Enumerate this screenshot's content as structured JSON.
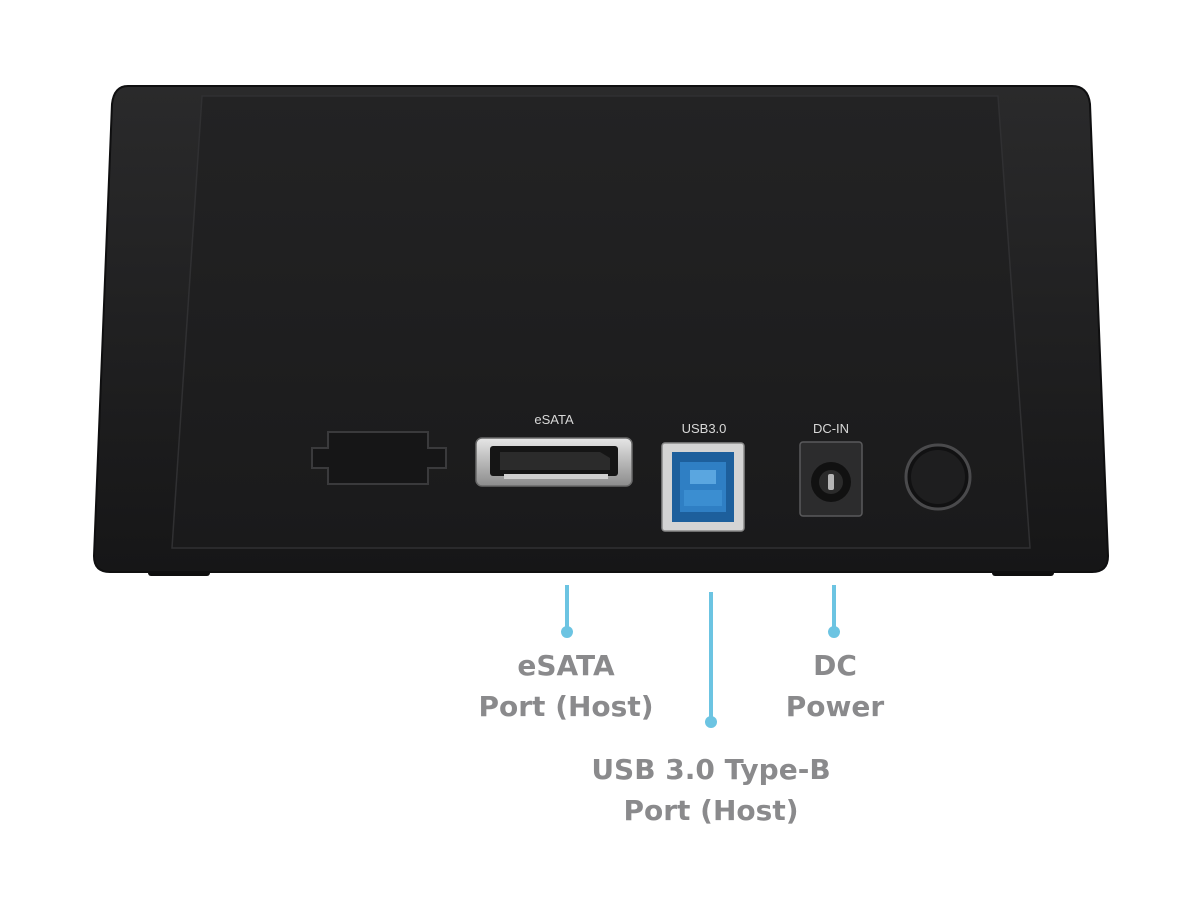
{
  "device": {
    "port_labels": {
      "esata": "eSATA",
      "usb": "USB3.0",
      "dc_in": "DC-IN"
    }
  },
  "callouts": {
    "esata": {
      "line1": "eSATA",
      "line2": "Port (Host)"
    },
    "dc": {
      "line1": "DC",
      "line2": "Power"
    },
    "usb": {
      "line1": "USB 3.0 Type-B",
      "line2": "Port (Host)"
    }
  },
  "colors": {
    "device_body": "#1b1b1c",
    "usb_port_blue": "#2f7fc4",
    "callout_line": "#6cc4e2",
    "callout_text": "#8a8a8c"
  }
}
